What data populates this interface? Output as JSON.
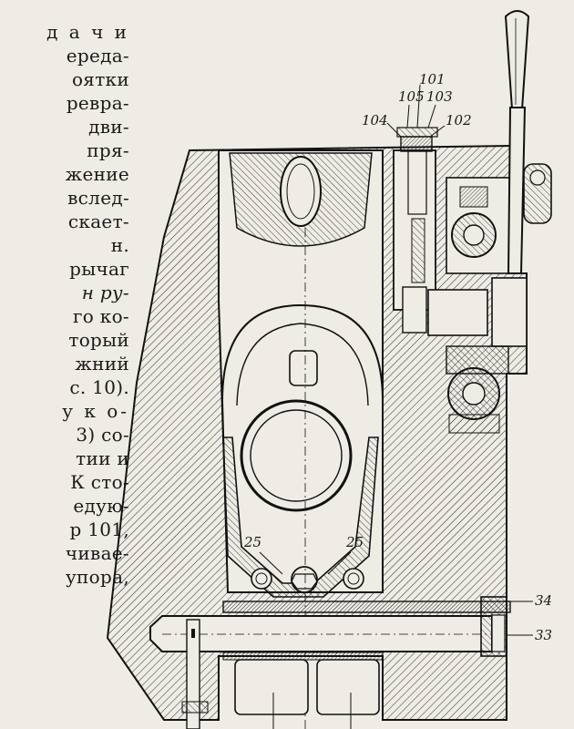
{
  "page": {
    "text_lines": [
      "д а ч и",
      "ереда-",
      "оятки",
      "ревра-",
      "дви-",
      "пря-",
      "жение",
      "вслед-",
      "скает-",
      "н.",
      "рычаг",
      "н ру-",
      "го ко-",
      "торый",
      "жний",
      "с. 10).",
      "у к о-",
      "3) со-",
      "тии и",
      "К сто-",
      "едую-",
      "р 101,",
      "чивае-",
      "упора,"
    ]
  },
  "figure": {
    "callouts": {
      "c101": "101",
      "c105": "105",
      "c103": "103",
      "c104": "104",
      "c102": "102",
      "c25_left": "25",
      "c25_right": "25",
      "c34": "34",
      "c33": "33"
    }
  }
}
